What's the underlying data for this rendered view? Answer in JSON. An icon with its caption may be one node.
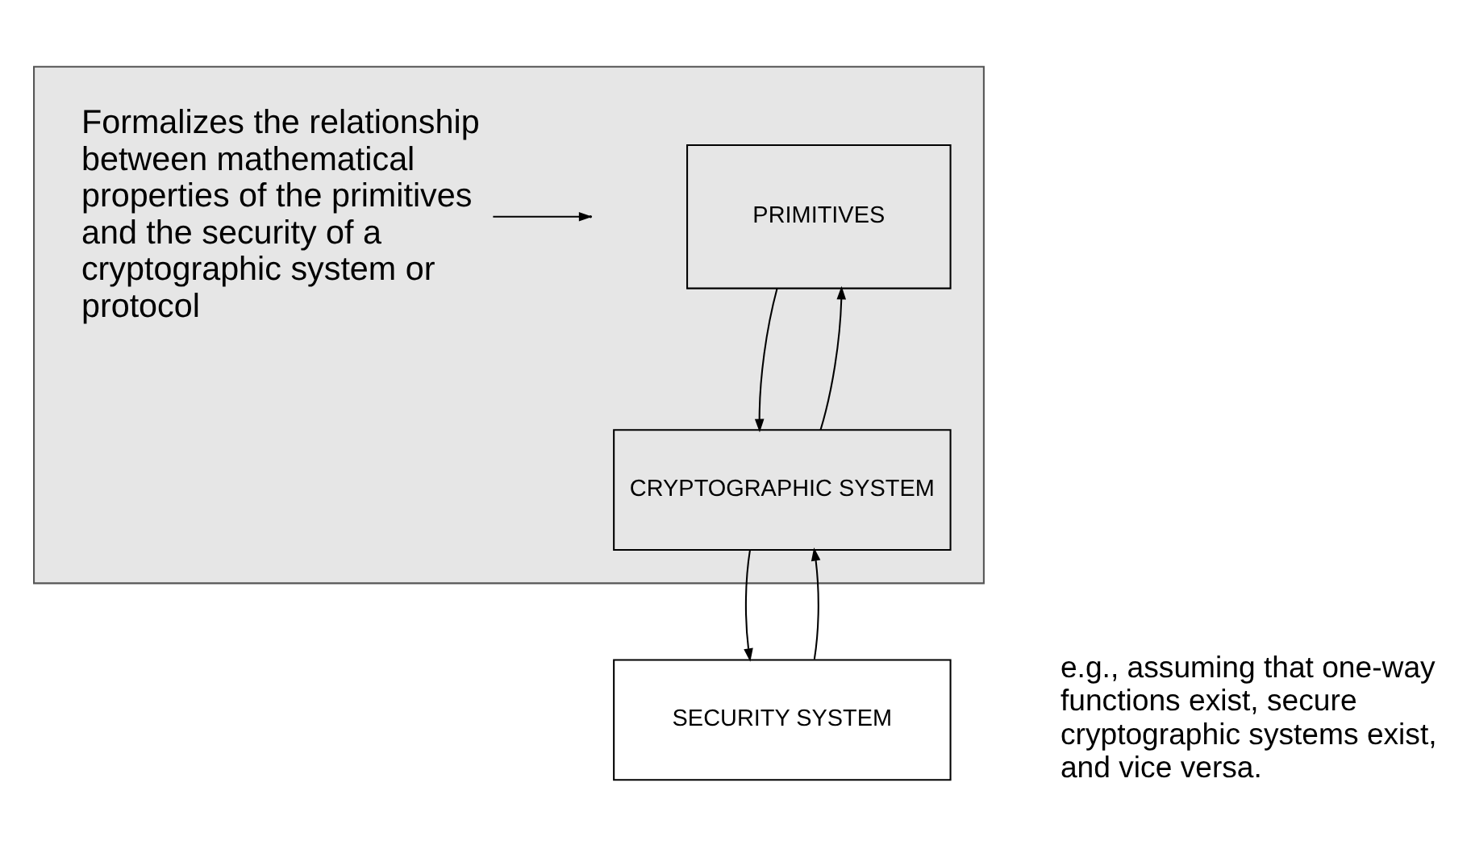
{
  "diagram": {
    "nodes": [
      {
        "text": [],
        "shape": "box"
      },
      {
        "text": [
          "PRIMITIVES"
        ],
        "in": 0
      },
      {
        "text": [
          "CRYPTOGRAPHIC SYSTEM"
        ],
        "in": 0
      },
      {
        "text": [
          "Formalizes the relationship between mathematical properties of the primitives and the security of a cryptographic system or protocol"
        ],
        "in": 0
      },
      {
        "text": [
          "SECURITY SYSTEM"
        ]
      },
      {
        "text": [
          "e.g., assuming that one-way functions exist, secure cryptographic systems exist, and vice versa."
        ]
      }
    ],
    "edges": [
      {
        "from": 1,
        "to": 2,
        "arrow": "to"
      },
      {
        "from": 2,
        "to": 1,
        "arrow": "to"
      },
      {
        "from": 3,
        "to": null,
        "arrow": "to"
      },
      {
        "from": 2,
        "to": 4,
        "arrow": "to"
      },
      {
        "from": 4,
        "to": 2,
        "arrow": "to"
      }
    ]
  }
}
